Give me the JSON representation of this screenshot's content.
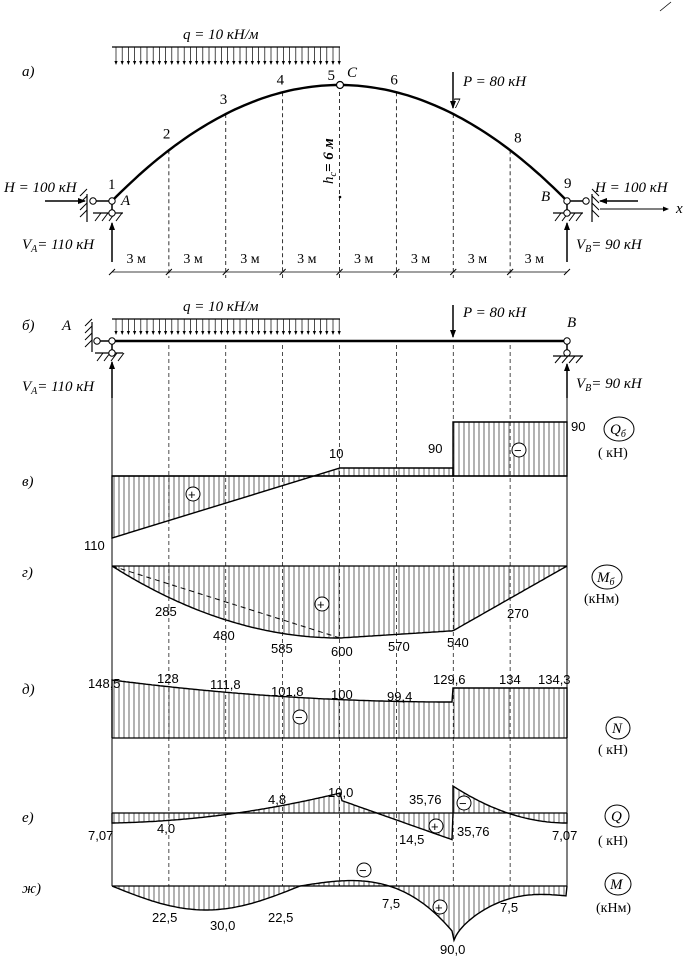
{
  "labels": {
    "panel_a": "а)",
    "panel_b": "б)",
    "panel_v": "в)",
    "panel_g": "г)",
    "panel_d": "д)",
    "panel_e": "е)",
    "panel_zh": "ж)",
    "q_top": "q = 10 кН/м",
    "q_beam": "q = 10 кН/м",
    "P_arch": "P = 80 кН",
    "P_beam": "P = 80 кН",
    "H_left": "H = 100 кН",
    "H_right": "H = 100 кН",
    "VA_arch": "V",
    "VA_arch_sub": "A",
    "VA_arch_val": "= 110 кН",
    "VB_arch": "V",
    "VB_arch_sub": "B",
    "VB_arch_val": "= 90 кН",
    "VA_beam": "V",
    "VA_beam_sub": "A",
    "VA_beam_val": "= 110 кН",
    "VB_beam": "V",
    "VB_beam_sub": "B",
    "VB_beam_val": "= 90 кН",
    "A_arch": "A",
    "B_arch": "B",
    "C_arch": "C",
    "A_beam": "A",
    "B_beam": "B",
    "x_axis": "x",
    "hc": "h",
    "hc_sub": "c",
    "hc_val": "= 6 м",
    "points": [
      "1",
      "2",
      "3",
      "4",
      "5",
      "6",
      "7",
      "8",
      "9"
    ],
    "spans": [
      "3 м",
      "3 м",
      "3 м",
      "3 м",
      "3 м",
      "3 м",
      "3 м",
      "3 м"
    ],
    "Qb_name": "Q",
    "Qb_sub": "б",
    "Qb_unit": "( кН)",
    "Mb_name": "M",
    "Mb_sub": "б",
    "Mb_unit": "(кНм)",
    "N_name": "N",
    "N_unit": "( кН)",
    "Q_name": "Q",
    "Q_unit": "( кН)",
    "M_name": "M",
    "M_unit": "(кНм)",
    "sign_plus": "+",
    "sign_minus": "−"
  },
  "values": {
    "Qb": [
      "110",
      "10",
      "90",
      "90"
    ],
    "Mb": [
      "285",
      "480",
      "585",
      "600",
      "570",
      "540",
      "270"
    ],
    "N": [
      "148,5",
      "128",
      "111,8",
      "101,8",
      "100",
      "99,4",
      "129,6",
      "134",
      "134,3"
    ],
    "Q": [
      "7,07",
      "4,0",
      "4,8",
      "10,0",
      "14,5",
      "35,76",
      "35,76",
      "7,07"
    ],
    "M": [
      "22,5",
      "30,0",
      "22,5",
      "7,5",
      "90,0",
      "7,5"
    ]
  },
  "colors": {
    "ink": "#000000",
    "paper": "#ffffff"
  }
}
